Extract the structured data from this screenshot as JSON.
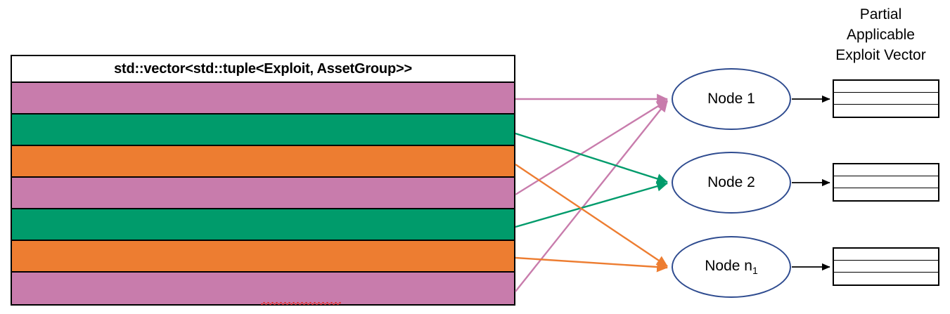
{
  "diagram": {
    "title": "Exploit vector to node mapping",
    "colors": {
      "pink": "#C87CAC",
      "green": "#009B6B",
      "orange": "#ED7D31",
      "node_border": "#2E4B8F",
      "outline": "#000000",
      "spellcheck_underline": "#E03030"
    }
  },
  "vector": {
    "header_label": "std::vector<std::tuple<Exploit, AssetGroup>>",
    "header_misspelled_token": "AssetGroup",
    "rows": [
      {
        "index": 1,
        "color": "#C87CAC",
        "group": "pink",
        "target": "Node 1"
      },
      {
        "index": 2,
        "color": "#009B6B",
        "group": "green",
        "target": "Node 2"
      },
      {
        "index": 3,
        "color": "#ED7D31",
        "group": "orange",
        "target": "Node n1"
      },
      {
        "index": 4,
        "color": "#C87CAC",
        "group": "pink",
        "target": "Node 1"
      },
      {
        "index": 5,
        "color": "#009B6B",
        "group": "green",
        "target": "Node 2"
      },
      {
        "index": 6,
        "color": "#ED7D31",
        "group": "orange",
        "target": "Node n1"
      },
      {
        "index": 7,
        "color": "#C87CAC",
        "group": "pink",
        "target": "Node 1"
      }
    ]
  },
  "nodes": [
    {
      "id": "node1",
      "label": "Node 1",
      "label_base": "Node 1",
      "label_sub": ""
    },
    {
      "id": "node2",
      "label": "Node 2",
      "label_base": "Node 2",
      "label_sub": ""
    },
    {
      "id": "node3",
      "label": "Node n1",
      "label_base": "Node n",
      "label_sub": "1"
    }
  ],
  "output": {
    "label_line1": "Partial",
    "label_line2": "Applicable",
    "label_line3": "Exploit Vector",
    "tables": [
      {
        "for_node": "Node 1",
        "rows": [
          "",
          "",
          ""
        ]
      },
      {
        "for_node": "Node 2",
        "rows": [
          "",
          "",
          ""
        ]
      },
      {
        "for_node": "Node n1",
        "rows": [
          "",
          "",
          ""
        ]
      }
    ]
  },
  "edges": [
    {
      "from_row": 1,
      "to_node": "Node 1",
      "color": "#C87CAC"
    },
    {
      "from_row": 4,
      "to_node": "Node 1",
      "color": "#C87CAC"
    },
    {
      "from_row": 7,
      "to_node": "Node 1",
      "color": "#C87CAC"
    },
    {
      "from_row": 2,
      "to_node": "Node 2",
      "color": "#009B6B"
    },
    {
      "from_row": 5,
      "to_node": "Node 2",
      "color": "#009B6B"
    },
    {
      "from_row": 3,
      "to_node": "Node n1",
      "color": "#ED7D31"
    },
    {
      "from_row": 6,
      "to_node": "Node n1",
      "color": "#ED7D31"
    },
    {
      "from_node": "Node 1",
      "to_table": 1,
      "color": "#000000"
    },
    {
      "from_node": "Node 2",
      "to_table": 2,
      "color": "#000000"
    },
    {
      "from_node": "Node n1",
      "to_table": 3,
      "color": "#000000"
    }
  ]
}
